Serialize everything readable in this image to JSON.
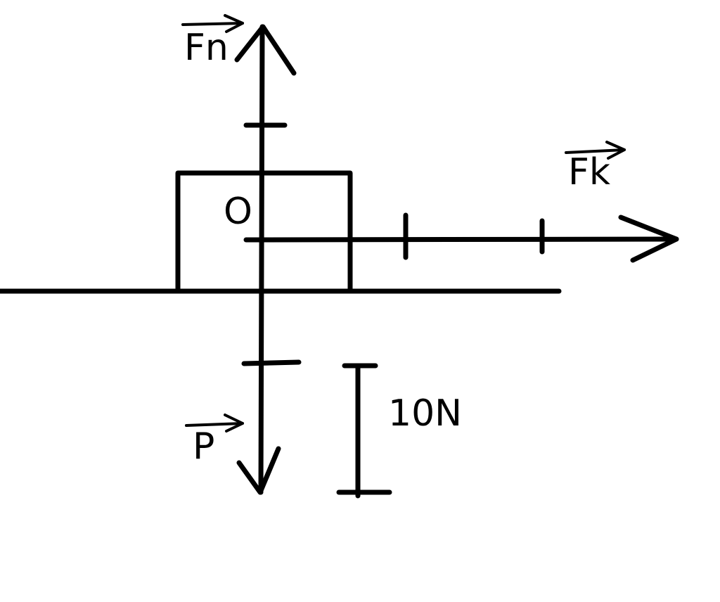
{
  "diagram": {
    "colors": {
      "ink": "#000000",
      "background": "#ffffff"
    },
    "labels": {
      "normal_force": "Fn",
      "friction_force": "Fk",
      "weight": "P",
      "origin": "O",
      "scale": "10N"
    },
    "scale_bar_value": "10N"
  }
}
